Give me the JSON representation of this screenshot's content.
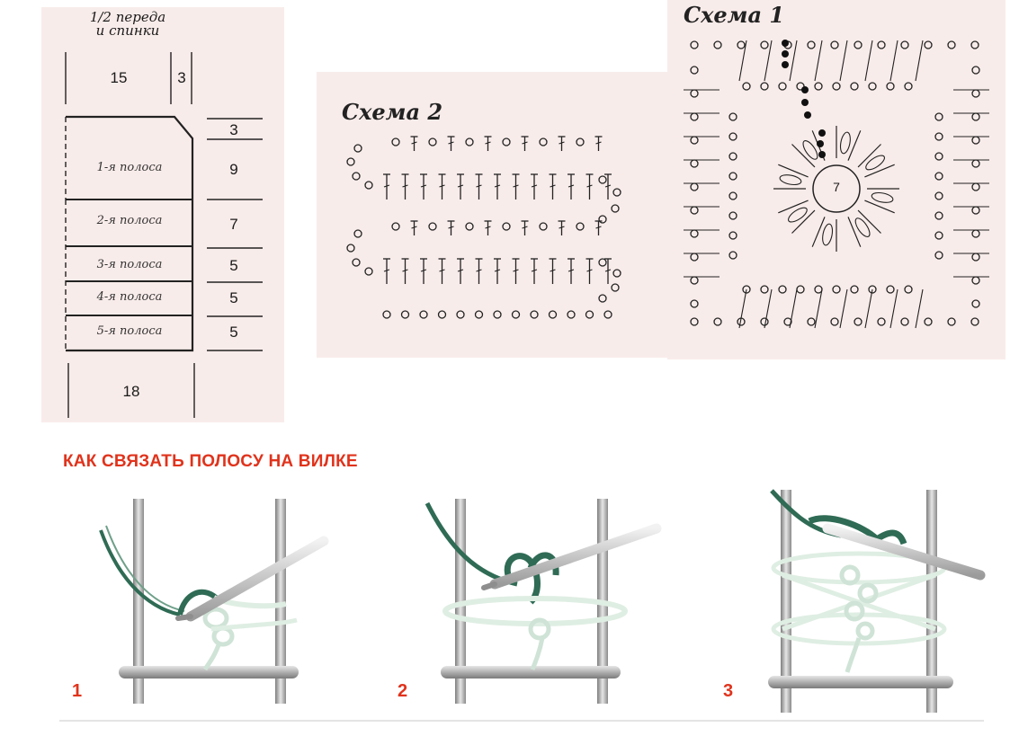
{
  "pattern": {
    "caption": "1/2 переда\nи спинки",
    "top_width": "15",
    "top_side": "3",
    "bottom_width": "18",
    "rows": [
      {
        "band": "",
        "height": "3"
      },
      {
        "band": "1-я полоса",
        "height": "9"
      },
      {
        "band": "2-я полоса",
        "height": "7"
      },
      {
        "band": "3-я полоса",
        "height": "5"
      },
      {
        "band": "4-я полоса",
        "height": "5"
      },
      {
        "band": "5-я полоса",
        "height": "5"
      }
    ]
  },
  "scheme2": {
    "title": "Схема 2"
  },
  "scheme1": {
    "title": "Схема 1",
    "center_label": "7"
  },
  "instructions": {
    "title": "КАК СВЯЗАТЬ ПОЛОСУ НА ВИЛКЕ",
    "steps": [
      "1",
      "2",
      "3"
    ]
  },
  "colors": {
    "background_tint": "#f8ecea",
    "accent_red": "#e0331c",
    "yarn_dark": "#2f6b55",
    "yarn_light": "#dfeee3",
    "fork_grey": "#9a9a9a"
  }
}
